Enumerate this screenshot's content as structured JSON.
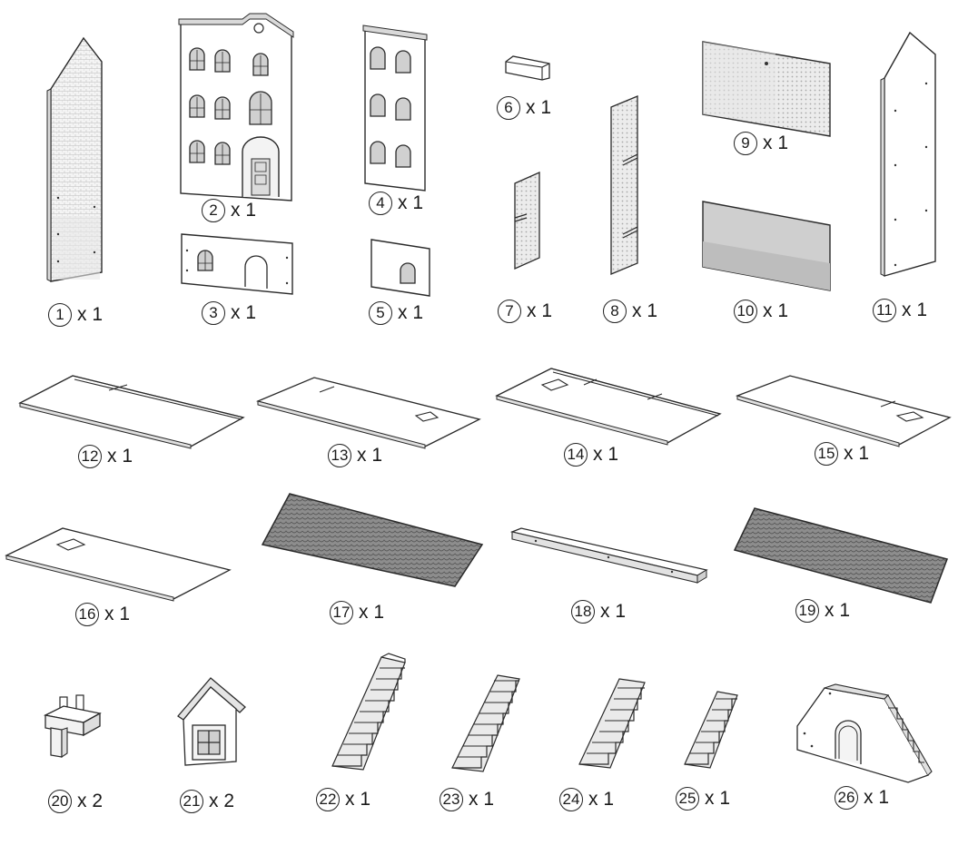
{
  "parts": [
    {
      "id": "1",
      "qty": "x 1"
    },
    {
      "id": "2",
      "qty": "x 1"
    },
    {
      "id": "3",
      "qty": "x 1"
    },
    {
      "id": "4",
      "qty": "x 1"
    },
    {
      "id": "5",
      "qty": "x 1"
    },
    {
      "id": "6",
      "qty": "x 1"
    },
    {
      "id": "7",
      "qty": "x 1"
    },
    {
      "id": "8",
      "qty": "x 1"
    },
    {
      "id": "9",
      "qty": "x 1"
    },
    {
      "id": "10",
      "qty": "x 1"
    },
    {
      "id": "11",
      "qty": "x 1"
    },
    {
      "id": "12",
      "qty": "x 1"
    },
    {
      "id": "13",
      "qty": "x 1"
    },
    {
      "id": "14",
      "qty": "x 1"
    },
    {
      "id": "15",
      "qty": "x 1"
    },
    {
      "id": "16",
      "qty": "x 1"
    },
    {
      "id": "17",
      "qty": "x 1"
    },
    {
      "id": "18",
      "qty": "x 1"
    },
    {
      "id": "19",
      "qty": "x 1"
    },
    {
      "id": "20",
      "qty": "x 2"
    },
    {
      "id": "21",
      "qty": "x 2"
    },
    {
      "id": "22",
      "qty": "x 1"
    },
    {
      "id": "23",
      "qty": "x 1"
    },
    {
      "id": "24",
      "qty": "x 1"
    },
    {
      "id": "25",
      "qty": "x 1"
    },
    {
      "id": "26",
      "qty": "x 1"
    }
  ],
  "colors": {
    "line": "#2a2a2a",
    "panel": "#ffffff",
    "shingle": "#8a8a8a",
    "texture": "#b9b9b9"
  }
}
